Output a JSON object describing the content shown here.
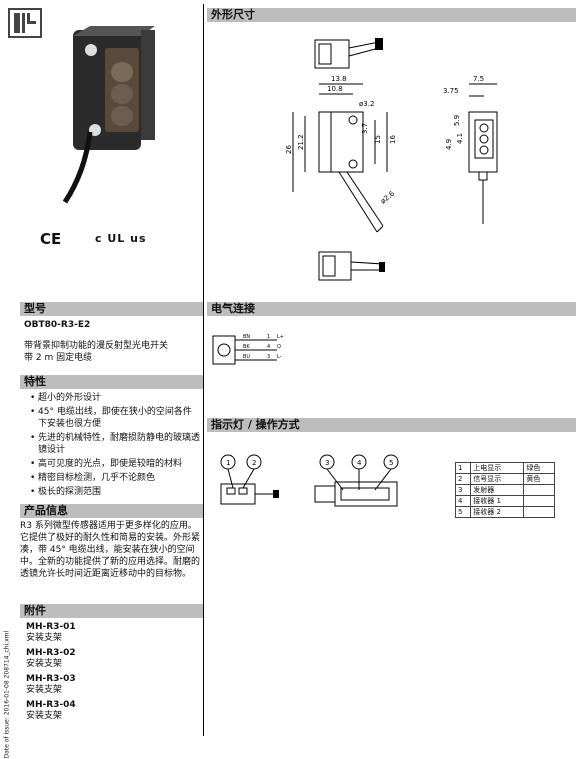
{
  "sections": {
    "dimensions": "外形尺寸",
    "model": "型号",
    "electrical": "电气连接",
    "indicators": "指示灯 / 操作方式",
    "features": "特性",
    "product_info": "产品信息",
    "accessories": "附件"
  },
  "model_code": "OBT80-R3-E2",
  "model_desc": [
    "带背景抑制功能的漫反射型光电开关",
    "带 2 m 固定电缆"
  ],
  "certs": {
    "ce": "CE",
    "ul": "c UL us"
  },
  "features": [
    "超小的外形设计",
    "45° 电缆出线，即使在狭小的空间各件下安装也很方便",
    "先进的机械特性，耐磨损防静电的玻璃透镜设计",
    "高可见度的光点，即使是较暗的材料",
    "精密目标检测，几乎不论颜色",
    "极长的探测范围"
  ],
  "product_info": "R3 系列微型传感器适用于更多样化的应用。它提供了极好的耐久性和简易的安装。外形紧凑，带 45° 电缆出线，能安装在狭小的空间中。全新的功能提供了新的应用选择。耐磨的透镜允许长时间近距离近移动中的目标物。",
  "accessories": [
    {
      "code": "MH-R3-01",
      "desc": "安装支架"
    },
    {
      "code": "MH-R3-02",
      "desc": "安装支架"
    },
    {
      "code": "MH-R3-03",
      "desc": "安装支架"
    },
    {
      "code": "MH-R3-04",
      "desc": "安装支架"
    }
  ],
  "side_note": "Date of issue: 2016-01-08  208714_chi.xml",
  "dims": {
    "d138": "13.8",
    "d108": "10.8",
    "d32": "ø3.2",
    "d37": "3.7",
    "d15": "15",
    "d16": "16",
    "d212": "21.2",
    "d26": "26",
    "d26b": "ø2.6",
    "d75": "7.5",
    "d375": "3.75",
    "d59": "5.9",
    "d41": "4.1",
    "d49": "4.9"
  },
  "wiring": {
    "bn": "BN",
    "bk": "BK",
    "bu": "BU",
    "lp": "L+",
    "q": "Q",
    "lm": "L-",
    "num1": "1",
    "num4": "4",
    "num3": "3"
  },
  "callouts": [
    "1",
    "2",
    "3",
    "4",
    "5"
  ],
  "legend": [
    {
      "n": "1",
      "label": "上电显示",
      "color": "绿色"
    },
    {
      "n": "2",
      "label": "信号显示",
      "color": "黄色"
    },
    {
      "n": "3",
      "label": "发射器",
      "color": ""
    },
    {
      "n": "4",
      "label": "接收器 1",
      "color": ""
    },
    {
      "n": "5",
      "label": "接收器 2",
      "color": ""
    }
  ]
}
